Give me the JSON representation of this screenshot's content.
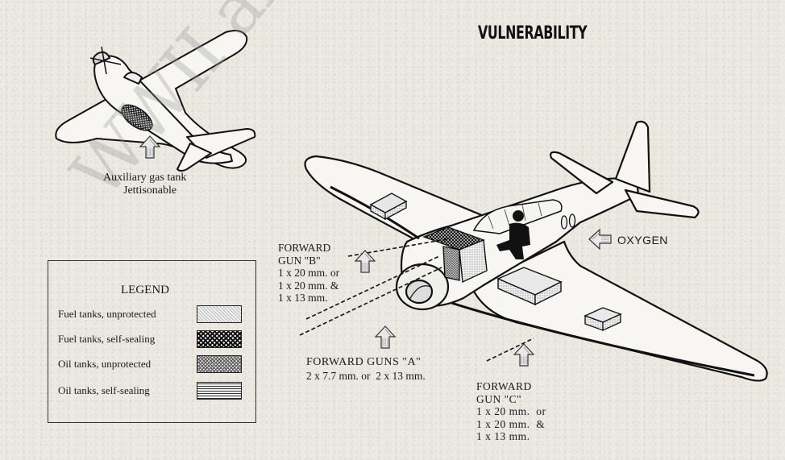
{
  "title": "VULNERABILITY",
  "watermark": "WWII aircraftperformance",
  "small_plane": {
    "caption_line1": "Auxiliary gas tank",
    "caption_line2": "Jettisonable"
  },
  "legend": {
    "title": "LEGEND",
    "items": [
      {
        "label": "Fuel tanks, unprotected"
      },
      {
        "label": "Fuel tanks, self-sealing"
      },
      {
        "label": "Oil tanks, unprotected"
      },
      {
        "label": "Oil tanks, self-sealing"
      }
    ]
  },
  "callouts": {
    "gun_b": "FORWARD\nGUN \"B\"\n1 x 20 mm. or\n1 x 20 mm. &\n1 x 13 mm.",
    "guns_a_line1": "FORWARD GUNS \"A\"",
    "guns_a_line2": "2 x 7.7 mm. or  2 x 13 mm.",
    "gun_c": "FORWARD\nGUN \"C\"\n1 x 20 mm.  or\n1 x 20 mm.  &\n1 x 13 mm.",
    "oxygen": "OXYGEN"
  }
}
